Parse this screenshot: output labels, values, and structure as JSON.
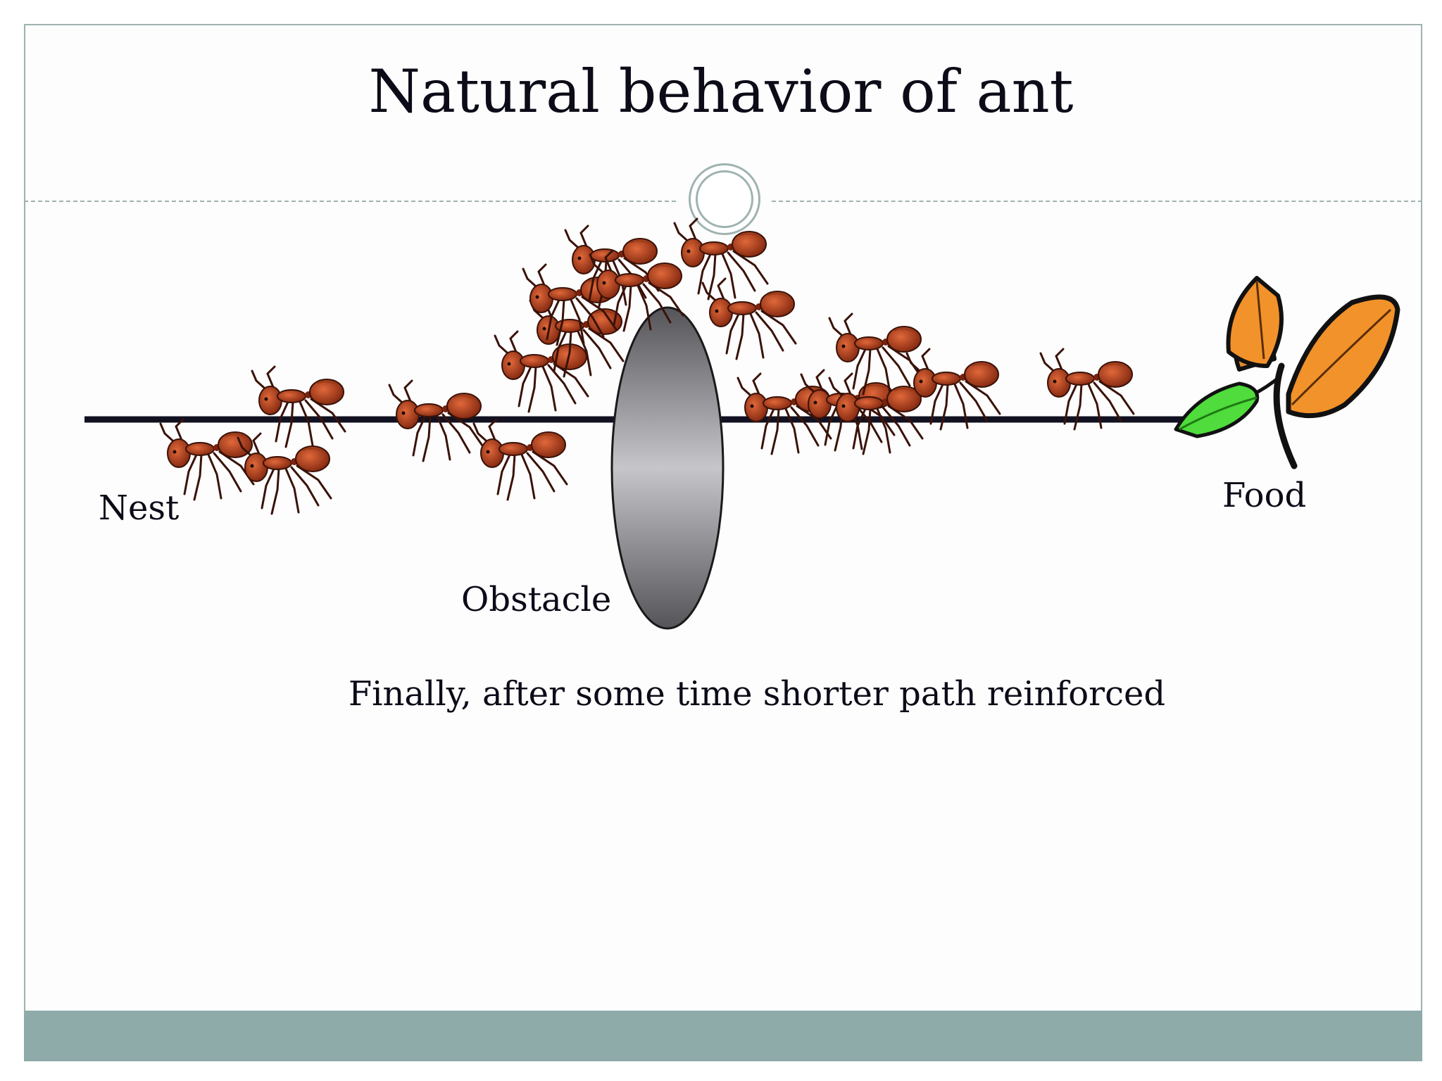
{
  "title": "Natural behavior of ant",
  "labels": {
    "nest": "Nest",
    "food": "Food",
    "obstacle": "Obstacle"
  },
  "caption": "Finally, after some time shorter path reinforced",
  "colors": {
    "slide_border": "#9fb2b0",
    "footer_bar": "#8eabaa",
    "path_line": "#111122",
    "ant_body": "#c4471f",
    "ant_dark": "#6a1e0c",
    "obstacle_dark": "#5a5a5e",
    "obstacle_light": "#c6c6ca",
    "leaf_orange": "#f2922a",
    "leaf_green": "#4fdc3c"
  },
  "icons": [
    "ant-icon",
    "obstacle-ellipse",
    "food-leaf-icon"
  ]
}
